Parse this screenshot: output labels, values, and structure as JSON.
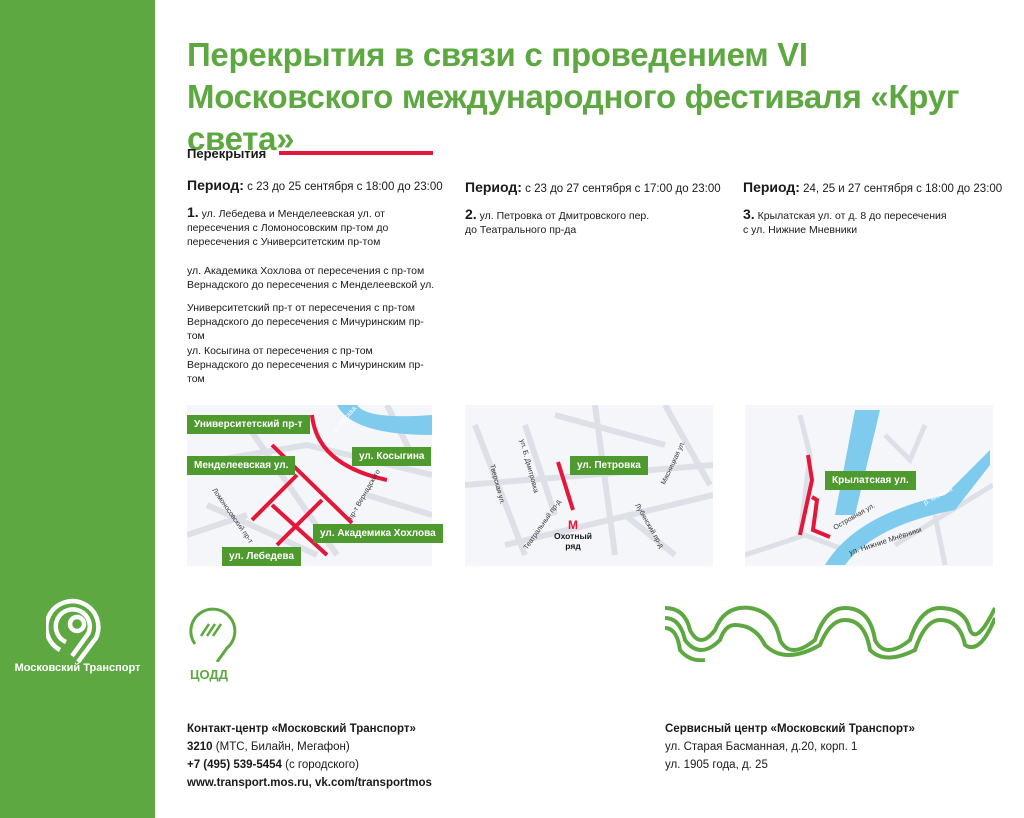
{
  "title": "Перекрытия в связи с проведением VI Московского международного фестиваля «Круг света»",
  "legend": "Перекрытия",
  "colors": {
    "green": "#5ea842",
    "red": "#e4173a",
    "water": "#7ecbee"
  },
  "columns": [
    {
      "period_label": "Период:",
      "period": "с 23 до 25 сентября с 18:00 до 23:00",
      "number": "1.",
      "items": [
        "ул. Лебедева и Менделеевская ул. от пересечения с Ломоносовским пр-том до пересечения с Университетским пр-том",
        "ул. Академика Хохлова от пересечения с пр-том Вернадского до пересечения с Менделеевской ул.",
        "Университетский пр-т от пересечения с пр-том Вернадского до пересечения с Мичуринским пр-том",
        "ул. Косыгина от пересечения с пр-том Вернадского до пересечения с Мичуринским пр-том"
      ]
    },
    {
      "period_label": "Период:",
      "period": "с 23 до 27 сентября с 17:00 до 23:00",
      "number": "2.",
      "items": [
        "ул. Петровка от Дмитровского пер. до Театрального пр-да"
      ]
    },
    {
      "period_label": "Период:",
      "period": "24, 25 и 27 сентября с 18:00 до 23:00",
      "number": "3.",
      "items": [
        "Крылатская ул. от д. 8 до пересечения с ул. Нижние Мневники"
      ]
    }
  ],
  "maps": [
    {
      "tags": [
        "Университетский пр-т",
        "Менделеевская ул.",
        "ул. Косыгина",
        "ул. Академика Хохлова",
        "ул. Лебедева"
      ],
      "streets": [
        "р. Москва",
        "Ломоносовский пр-т",
        "пр-т Вернадского"
      ]
    },
    {
      "tags": [
        "ул. Петровка"
      ],
      "streets": [
        "ул. Б. Дмитровка",
        "Тверская ул.",
        "Театральный пр-д",
        "Мясницкая ул.",
        "Лубянский пр-д"
      ],
      "metro": "Охотный ряд",
      "metro_icon": "М"
    },
    {
      "tags": [
        "Крылатская ул."
      ],
      "streets": [
        "р. Москва",
        "Островная ул.",
        "ул. Нижние Мнёвники"
      ]
    }
  ],
  "logos": {
    "mt": "Московский Транспорт",
    "codd": "ЦОДД"
  },
  "contacts": {
    "left": {
      "title": "Контакт-центр «Московский Транспорт»",
      "phone1": "3210",
      "phone1_note": "(МТС, Билайн, Мегафон)",
      "phone2": "+7 (495) 539-5454",
      "phone2_note": "(с городского)",
      "web": "www.transport.mos.ru, vk.com/transportmos"
    },
    "right": {
      "title": "Сервисный центр «Московский Транспорт»",
      "line1": "ул. Старая Басманная, д.20, корп. 1",
      "line2": "ул. 1905 года, д. 25"
    }
  }
}
